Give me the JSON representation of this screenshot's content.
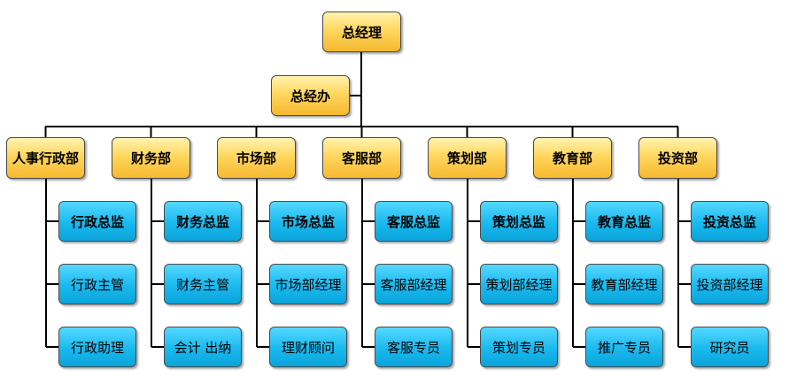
{
  "top": {
    "label": "总经理"
  },
  "assistant": {
    "label": "总经办"
  },
  "departments": [
    {
      "label": "人事行政部",
      "children": [
        "行政总监",
        "行政主管",
        "行政助理"
      ]
    },
    {
      "label": "财务部",
      "children": [
        "财务总监",
        "财务主管",
        "会计 出纳"
      ]
    },
    {
      "label": "市场部",
      "children": [
        "市场总监",
        "市场部经理",
        "理财顾问"
      ]
    },
    {
      "label": "客服部",
      "children": [
        "客服总监",
        "客服部经理",
        "客服专员"
      ]
    },
    {
      "label": "策划部",
      "children": [
        "策划总监",
        "策划部经理",
        "策划专员"
      ]
    },
    {
      "label": "教育部",
      "children": [
        "教育总监",
        "教育部经理",
        "推广专员"
      ]
    },
    {
      "label": "投资部",
      "children": [
        "投资总监",
        "投资部经理",
        "研究员"
      ]
    }
  ],
  "colors": {
    "manager_fill": "#ffd75e",
    "staff_fill": "#19b9ee",
    "connector": "#000000"
  }
}
